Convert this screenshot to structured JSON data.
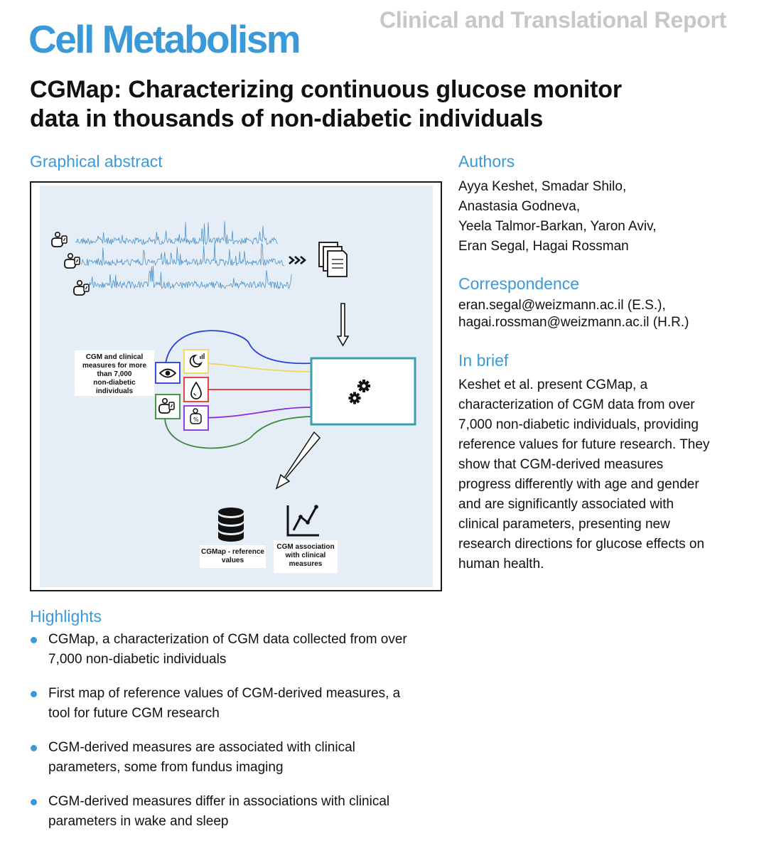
{
  "header": {
    "journal": "Cell Metabolism",
    "article_type": "Clinical and Translational Report",
    "title_lines": [
      "CGMap: Characterizing continuous glucose monitor",
      "data in thousands of non-diabetic individuals"
    ]
  },
  "graphical_abstract": {
    "heading": "Graphical abstract",
    "labels": {
      "cgm_measures": [
        "CGM and clinical",
        "measures for more",
        "than 7,000",
        "non-diabetic",
        "individuals"
      ],
      "reference_values": [
        "CGMap - reference",
        "values"
      ],
      "association": [
        "CGM association",
        "with clinical",
        "measures"
      ]
    },
    "colors": {
      "background": "#e5edf7",
      "cgm_trace": "#4d92c9",
      "model_box": "#3aa0ad",
      "line_blue": "#2b3fd6",
      "line_yellow": "#f2d45a",
      "line_red": "#e0352b",
      "line_purple": "#8a2be2",
      "line_green": "#3b8a3a"
    },
    "icons": [
      "person-device-icon",
      "triple-chevron-icon",
      "documents-icon",
      "down-arrow-icon",
      "eye-icon",
      "moon-sleep-icon",
      "drop-icon",
      "person-body-icon",
      "gears-icon",
      "diagonal-arrow-icon",
      "database-icon",
      "line-chart-icon"
    ]
  },
  "authors": {
    "heading": "Authors",
    "lines": [
      "Ayya Keshet, Smadar Shilo,",
      "Anastasia Godneva,",
      "Yeela Talmor-Barkan, Yaron Aviv,",
      "Eran Segal, Hagai Rossman"
    ]
  },
  "correspondence": {
    "heading": "Correspondence",
    "lines": [
      "eran.segal@weizmann.ac.il (E.S.),",
      "hagai.rossman@weizmann.ac.il (H.R.)"
    ]
  },
  "in_brief": {
    "heading": "In brief",
    "lines": [
      "Keshet et al. present CGMap, a",
      "characterization of CGM data from over",
      "7,000 non-diabetic individuals, providing",
      "reference values for future research. They",
      "show that CGM-derived measures",
      "progress differently with age and gender",
      "and are significantly associated with",
      "clinical parameters, presenting new",
      "research directions for glucose effects on",
      "human health."
    ]
  },
  "highlights": {
    "heading": "Highlights",
    "items": [
      [
        "CGMap, a characterization of CGM data collected from over",
        "7,000 non-diabetic individuals"
      ],
      [
        "First map of reference values of CGM-derived measures, a",
        "tool for future CGM research"
      ],
      [
        "CGM-derived measures are associated with clinical",
        "parameters, some from fundus imaging"
      ],
      [
        "CGM-derived measures differ in associations with clinical",
        "parameters in wake and sleep"
      ]
    ]
  }
}
